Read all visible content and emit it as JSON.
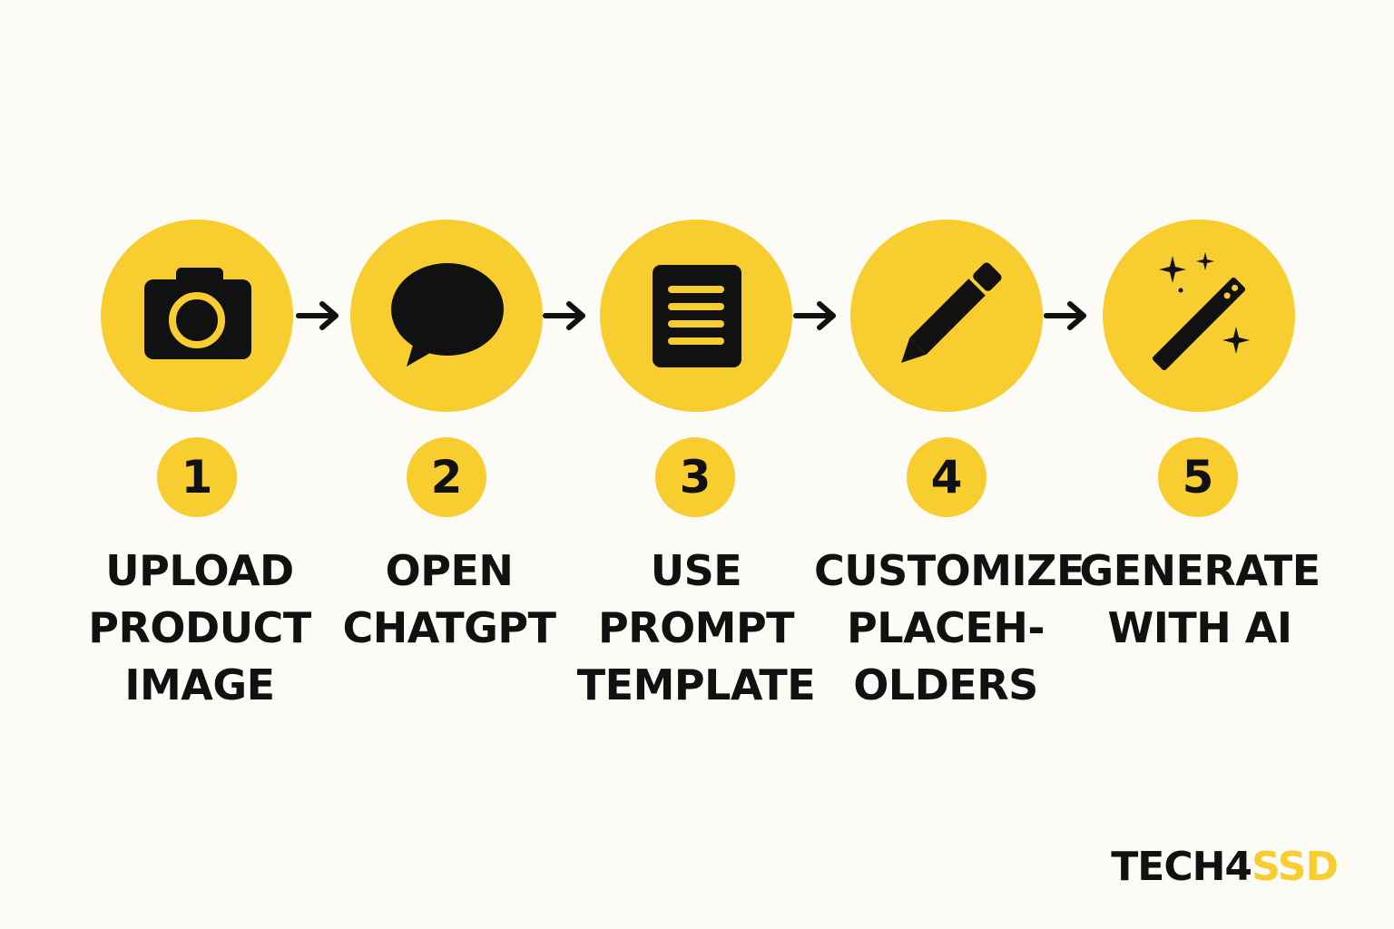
{
  "colors": {
    "accent": "#f8cd2f",
    "ink": "#111111",
    "background": "#fcfbf6"
  },
  "steps": [
    {
      "number": "1",
      "icon": "camera-icon",
      "label_lines": [
        "UPLOAD",
        "PRODUCT",
        "IMAGE"
      ]
    },
    {
      "number": "2",
      "icon": "speech-bubble-icon",
      "label_lines": [
        "OPEN",
        "CHATGPT"
      ]
    },
    {
      "number": "3",
      "icon": "document-icon",
      "label_lines": [
        "USE",
        "PROMPT",
        "TEMPLATE"
      ]
    },
    {
      "number": "4",
      "icon": "pencil-icon",
      "label_lines": [
        "CUSTOMIZE",
        "PLACEH-",
        "OLDERS"
      ]
    },
    {
      "number": "5",
      "icon": "magic-wand-icon",
      "label_lines": [
        "GENERATE",
        "WITH AI"
      ]
    }
  ],
  "arrows": [
    "arrow-right-icon",
    "arrow-right-icon",
    "arrow-right-icon",
    "arrow-right-icon"
  ],
  "brand": {
    "part1": "TECH4",
    "part2": "SSD"
  }
}
